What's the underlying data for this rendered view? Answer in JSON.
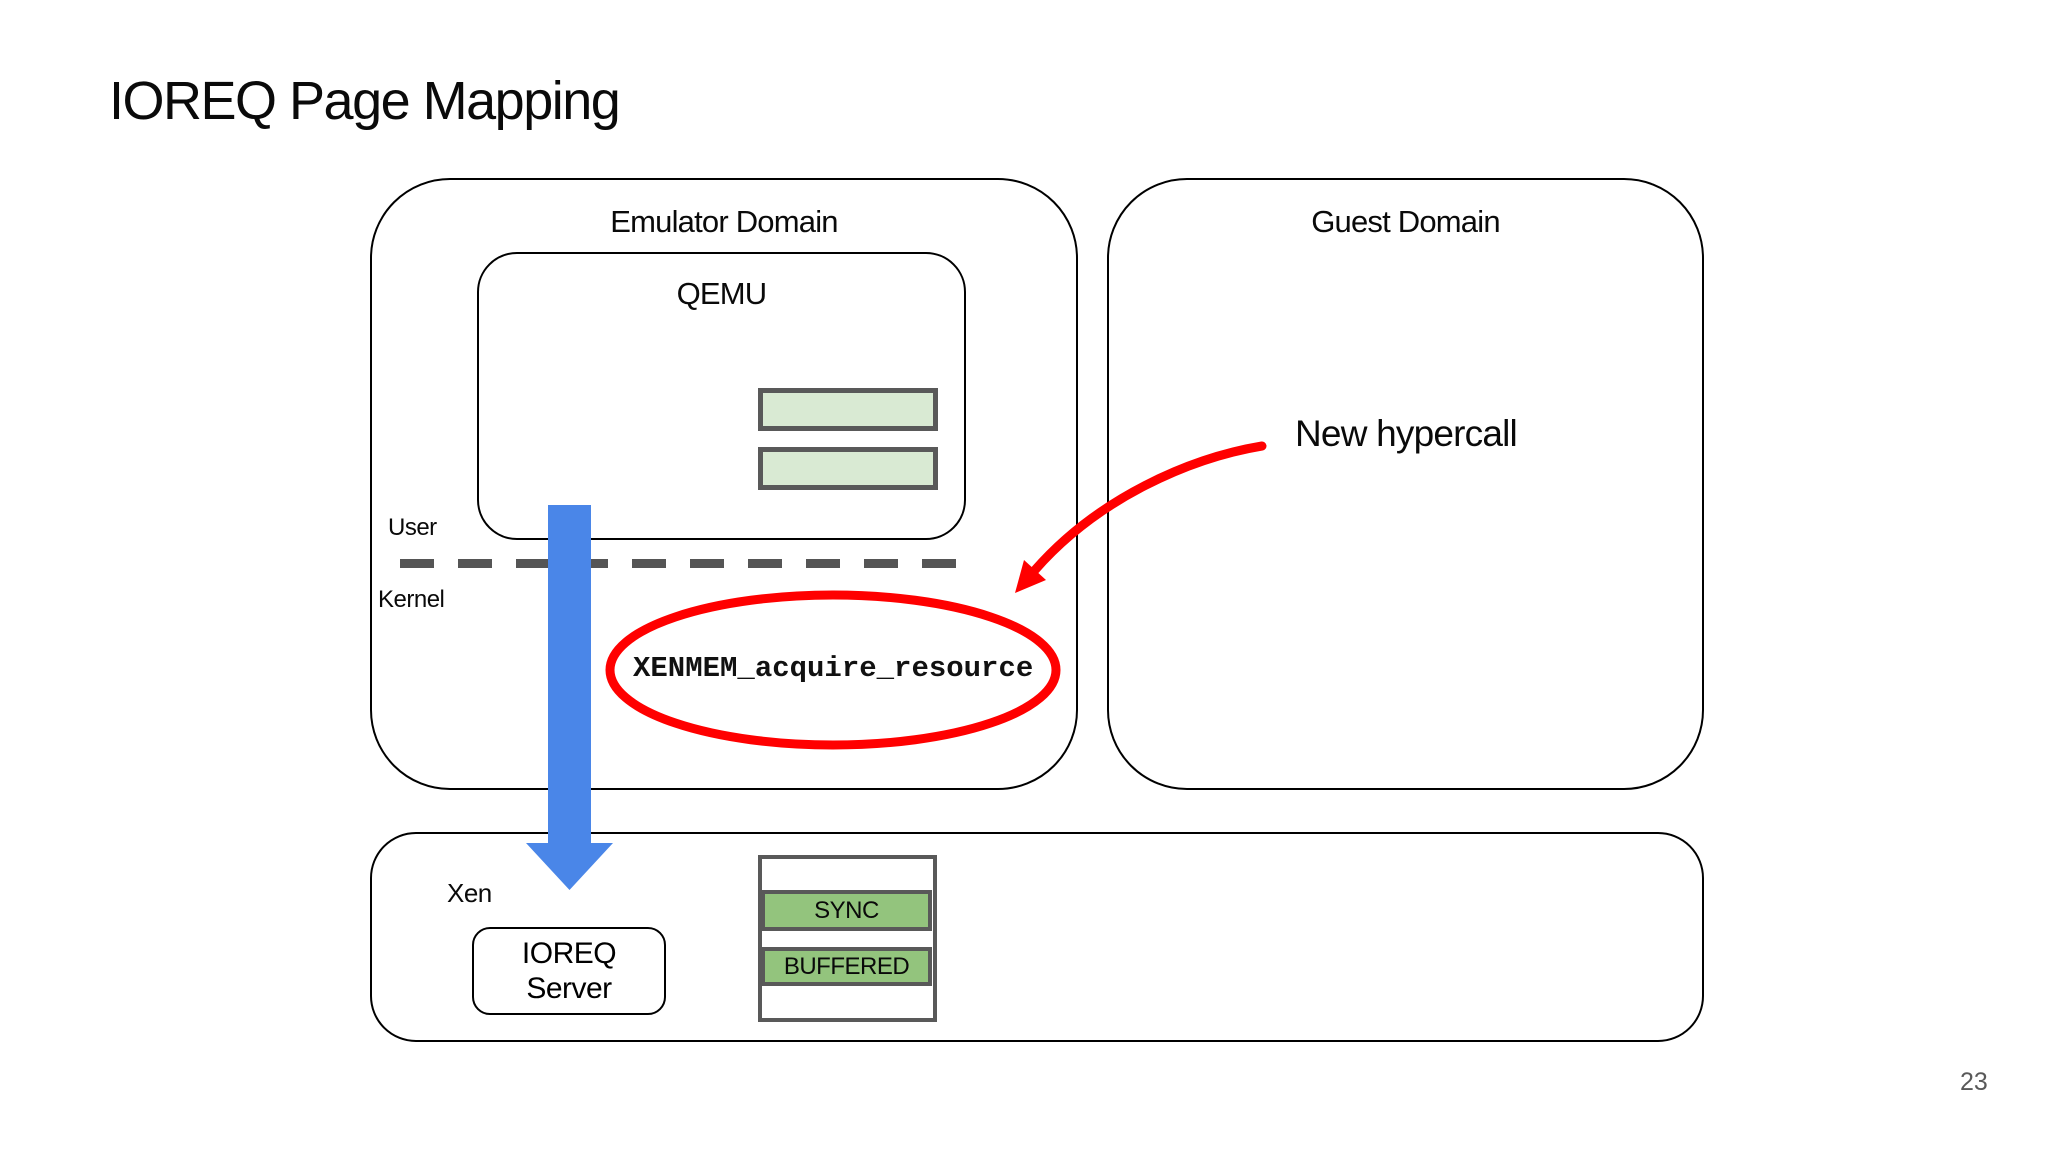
{
  "slide": {
    "title": "IOREQ Page Mapping",
    "page_number": "23"
  },
  "diagram": {
    "emulator_domain": {
      "label": "Emulator Domain"
    },
    "guest_domain": {
      "label": "Guest Domain"
    },
    "qemu": {
      "label": "QEMU"
    },
    "privilege": {
      "user": "User",
      "kernel": "Kernel"
    },
    "hypercall": {
      "name": "XENMEM_acquire_resource",
      "annotation": "New hypercall"
    },
    "xen": {
      "label": "Xen",
      "ioreq_server": {
        "line1": "IOREQ",
        "line2": "Server"
      }
    },
    "ioreq_pages": {
      "rows": [
        "SYNC",
        "BUFFERED"
      ]
    }
  },
  "colors": {
    "red_annotation": "#ff0000",
    "blue_arrow": "#4a86e8",
    "green_row": "#93c47d",
    "light_green_slot": "#d9ead3",
    "dark_gray_border": "#595959",
    "dash_gray": "#555555",
    "page_number_gray": "#595959"
  }
}
